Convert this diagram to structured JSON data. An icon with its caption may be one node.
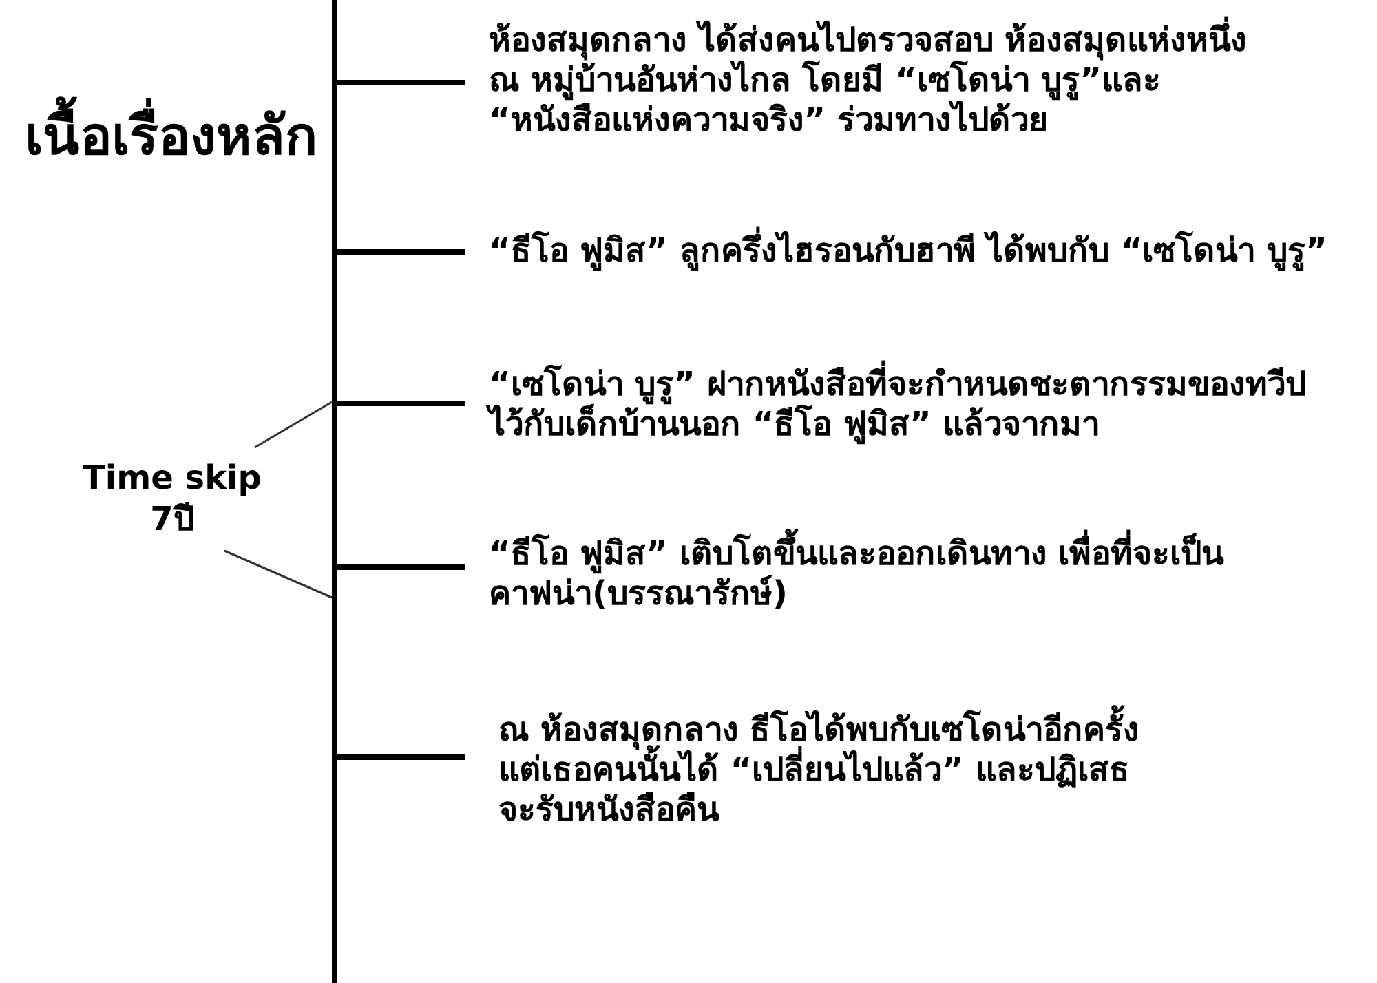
{
  "diagram": {
    "title": "เนื้อเรื่องหลัก",
    "nodes": [
      {
        "text": [],
        "shape": "bar"
      },
      {
        "text": [
          "ห้องสมุดกลาง ได้ส่งคนไปตรวจสอบ ห้องสมุดแห่งหนึ่ง ณ หมู่บ้านอันห่างไกล โดยมี “เซโดน่า บูรู”และ “หนังสือแห่งความจริง” ร่วมทางไปด้วย"
        ]
      },
      {
        "text": [
          "“ธีโอ ฟูมิส” ลูกครึ่งไฮรอนกับฮาพี ได้พบกับ “เซโดน่า บูรู”"
        ]
      },
      {
        "text": [
          "“เซโดน่า บูรู” ฝากหนังสือที่จะกำหนดชะตากรรมของทวีปไว้กับเด็กบ้านนอก “ธีโอ ฟูมิส” แล้วจากมา"
        ]
      },
      {
        "text": [
          "“ธีโอ ฟูมิส” เติบโตขึ้นและออกเดินทาง เพื่อที่จะเป็นคาฟน่า(บรรณารักษ์)"
        ]
      },
      {
        "text": [
          "ณ ห้องสมุดกลาง ธีโอได้พบกับเซโดน่าอีกครั้ง แต่เธอคนนั้นได้ “เปลี่ยนไปแล้ว” และปฏิเสธจะรับหนังสือคืน"
        ]
      },
      {
        "text": [
          "Time skip 7ปี"
        ]
      }
    ],
    "edges": [
      {
        "from": 0,
        "to": 1,
        "arrow": "none"
      },
      {
        "from": 0,
        "to": 2,
        "arrow": "none"
      },
      {
        "from": 0,
        "to": 3,
        "arrow": "none"
      },
      {
        "from": 0,
        "to": 4,
        "arrow": "none"
      },
      {
        "from": 0,
        "to": 5,
        "arrow": "none"
      },
      {
        "from": 6,
        "to": 0,
        "arrow": "none",
        "color": "#333333"
      },
      {
        "from": 6,
        "to": 0,
        "arrow": "none",
        "color": "#333333"
      }
    ]
  }
}
